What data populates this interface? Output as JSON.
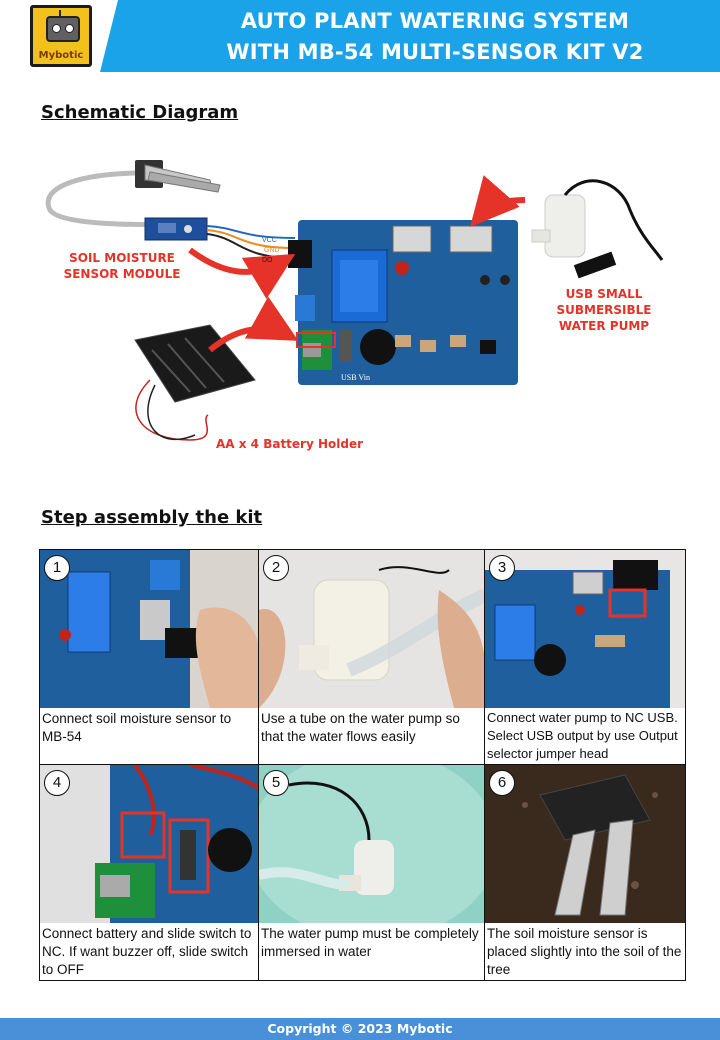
{
  "header": {
    "logo_text": "Mybotic",
    "title_line1": "AUTO PLANT WATERING SYSTEM",
    "title_line2": "WITH MB-54 MULTI-SENSOR KIT V2"
  },
  "schematic": {
    "heading": "Schematic Diagram",
    "soil_label_line1": "SOIL MOISTURE",
    "soil_label_line2": "SENSOR MODULE",
    "pump_label_line1": "USB SMALL SUBMERSIBLE",
    "pump_label_line2": "WATER PUMP",
    "battery_label": "AA x 4 Battery Holder",
    "wire_vcc": "VCC",
    "wire_gnd": "GND",
    "wire_do": "DO",
    "board_usb_vin": "USB Vin"
  },
  "steps": {
    "heading": "Step assembly the kit",
    "items": [
      {
        "number": "1",
        "caption": "Connect soil moisture sensor to MB-54"
      },
      {
        "number": "2",
        "caption": "Use a tube on the water pump so that the water flows easily"
      },
      {
        "number": "3",
        "caption": "Connect water pump to NC USB. Select USB output by use Output selector jumper head"
      },
      {
        "number": "4",
        "caption": "Connect battery and slide switch to NC. If want buzzer off, slide switch to OFF"
      },
      {
        "number": "5",
        "caption": "The water pump must be completely immersed in water"
      },
      {
        "number": "6",
        "caption": "The soil moisture sensor is placed slightly into the soil of the tree"
      }
    ]
  },
  "footer": {
    "copyright": "Copyright © 2023 Mybotic"
  },
  "colors": {
    "header_blue": "#1aa3e8",
    "footer_blue": "#4a90d9",
    "label_red": "#e5332a",
    "pcb_blue": "#1f5f9e"
  }
}
